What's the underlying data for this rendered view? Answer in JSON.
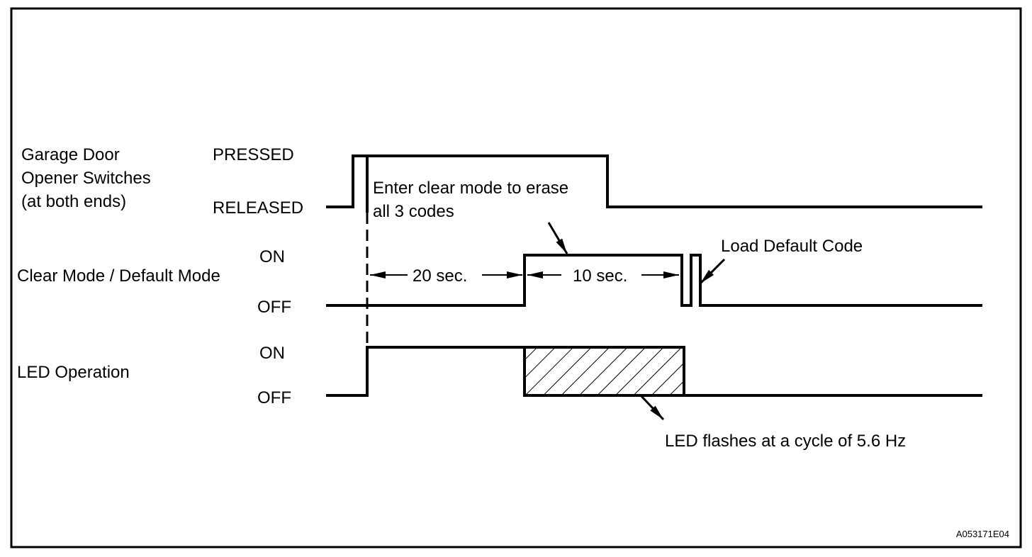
{
  "signals": [
    {
      "label_lines": [
        "Garage Door",
        "Opener Switches",
        "(at both ends)"
      ],
      "states": [
        "PRESSED",
        "RELEASED"
      ]
    },
    {
      "label_lines": [
        "Clear Mode / Default Mode"
      ],
      "states": [
        "ON",
        "OFF"
      ]
    },
    {
      "label_lines": [
        "LED Operation"
      ],
      "states": [
        "ON",
        "OFF"
      ]
    }
  ],
  "annotations": {
    "enter_clear_line1": "Enter clear mode to erase",
    "enter_clear_line2": "all 3 codes",
    "interval_1": "20 sec.",
    "interval_2": "10 sec.",
    "load_default": "Load Default Code",
    "led_flash": "LED flashes at a cycle of 5.6 Hz"
  },
  "figure_id": "A053171E04"
}
